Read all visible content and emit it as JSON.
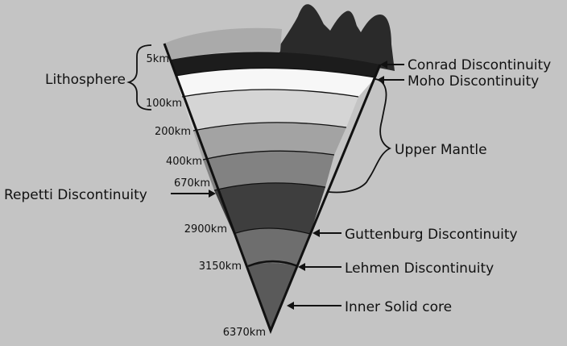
{
  "depths": {
    "d5": "5km",
    "d100": "100km",
    "d200": "200km",
    "d400": "400km",
    "d670": "670km",
    "d2900": "2900km",
    "d3150": "3150km",
    "d6370": "6370km"
  },
  "labels": {
    "lithosphere": "Lithosphere",
    "conrad": "Conrad Discontinuity",
    "moho": "Moho Discontinuity",
    "upper_mantle": "Upper Mantle",
    "repetti": "Repetti Discontinuity",
    "guttenburg": "Guttenburg Discontinuity",
    "lehmen": "Lehmen Discontinuity",
    "inner_core": "Inner Solid core"
  },
  "colors": {
    "background": "#c4c4c4",
    "outline": "#111111",
    "mountain": "#2a2a2a",
    "sky_band": "#aaaaaa",
    "crust_upper": "#1c1c1c",
    "crust_lower": "#f7f7f7",
    "upper_mantle_1": "#d5d5d5",
    "upper_mantle_2": "#a3a3a3",
    "transition_zone": "#828282",
    "lower_mantle": "#3e3e3e",
    "outer_core": "#6e6e6e",
    "inner_core": "#5a5a5a"
  }
}
